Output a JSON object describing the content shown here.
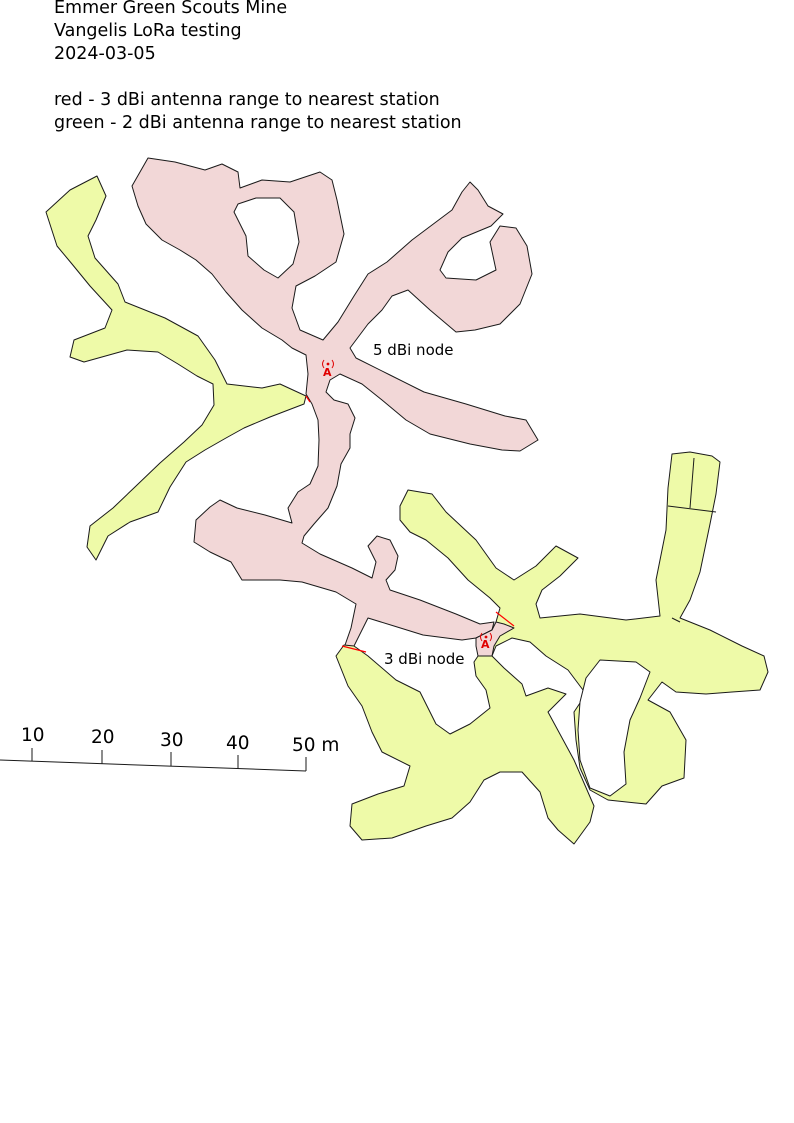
{
  "header": {
    "title": "Emmer Green Scouts Mine",
    "subtitle": "Vangelis LoRa testing",
    "date": "2024-03-05",
    "legend_red": "red - 3 dBi antenna range to nearest station",
    "legend_green": "green - 2 dBi antenna range to nearest station"
  },
  "labels": {
    "node_5dbi": "5 dBi node",
    "node_3dbi": "3 dBi node"
  },
  "stations": {
    "marker": "A",
    "icon": "antenna-station-icon"
  },
  "scale_bar": {
    "ticks": [
      "10",
      "20",
      "30",
      "40",
      "50 m"
    ]
  },
  "colors": {
    "red_zone": "#f2d7d7",
    "green_zone": "#eefaa8",
    "station": "#e00000",
    "boundary": "#ff0000"
  }
}
